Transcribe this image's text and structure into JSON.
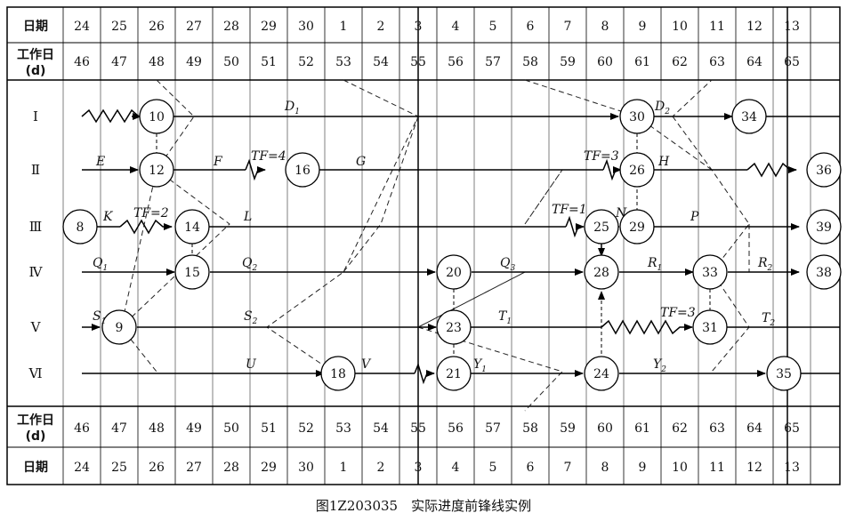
{
  "header": {
    "date_label": "日期",
    "workday_label_line1": "工作日",
    "workday_label_line2": "(d)",
    "dates": [
      "24",
      "25",
      "26",
      "27",
      "28",
      "29",
      "30",
      "1",
      "2",
      "3",
      "4",
      "5",
      "6",
      "7",
      "8",
      "9",
      "10",
      "11",
      "12",
      "13"
    ],
    "workdays": [
      "46",
      "47",
      "48",
      "49",
      "50",
      "51",
      "52",
      "53",
      "54",
      "55",
      "56",
      "57",
      "58",
      "59",
      "60",
      "61",
      "62",
      "63",
      "64",
      "65"
    ]
  },
  "rows": [
    "Ⅰ",
    "Ⅱ",
    "Ⅲ",
    "Ⅳ",
    "Ⅴ",
    "Ⅵ"
  ],
  "nodes": [
    "10",
    "30",
    "34",
    "12",
    "16",
    "26",
    "36",
    "8",
    "14",
    "25",
    "29",
    "39",
    "15",
    "20",
    "28",
    "33",
    "38",
    "9",
    "23",
    "31",
    "18",
    "21",
    "24",
    "35"
  ],
  "activity_labels": [
    {
      "text": "D",
      "sub": "1"
    },
    {
      "text": "D",
      "sub": "2"
    },
    {
      "text": "E",
      "sub": ""
    },
    {
      "text": "F",
      "sub": ""
    },
    {
      "text": "G",
      "sub": ""
    },
    {
      "text": "H",
      "sub": ""
    },
    {
      "text": "K",
      "sub": ""
    },
    {
      "text": "L",
      "sub": ""
    },
    {
      "text": "N",
      "sub": ""
    },
    {
      "text": "P",
      "sub": ""
    },
    {
      "text": "Q",
      "sub": "1"
    },
    {
      "text": "Q",
      "sub": "2"
    },
    {
      "text": "Q",
      "sub": "3"
    },
    {
      "text": "R",
      "sub": "1"
    },
    {
      "text": "R",
      "sub": "2"
    },
    {
      "text": "S",
      "sub": "1"
    },
    {
      "text": "S",
      "sub": "2"
    },
    {
      "text": "T",
      "sub": "1"
    },
    {
      "text": "T",
      "sub": "2"
    },
    {
      "text": "U",
      "sub": ""
    },
    {
      "text": "V",
      "sub": ""
    },
    {
      "text": "Y",
      "sub": "1"
    },
    {
      "text": "Y",
      "sub": "2"
    }
  ],
  "float_labels": [
    "TF=4",
    "TF=3",
    "TF=2",
    "TF=1",
    "TF=3"
  ],
  "caption": "图1Z203035　实际进度前锋线实例"
}
